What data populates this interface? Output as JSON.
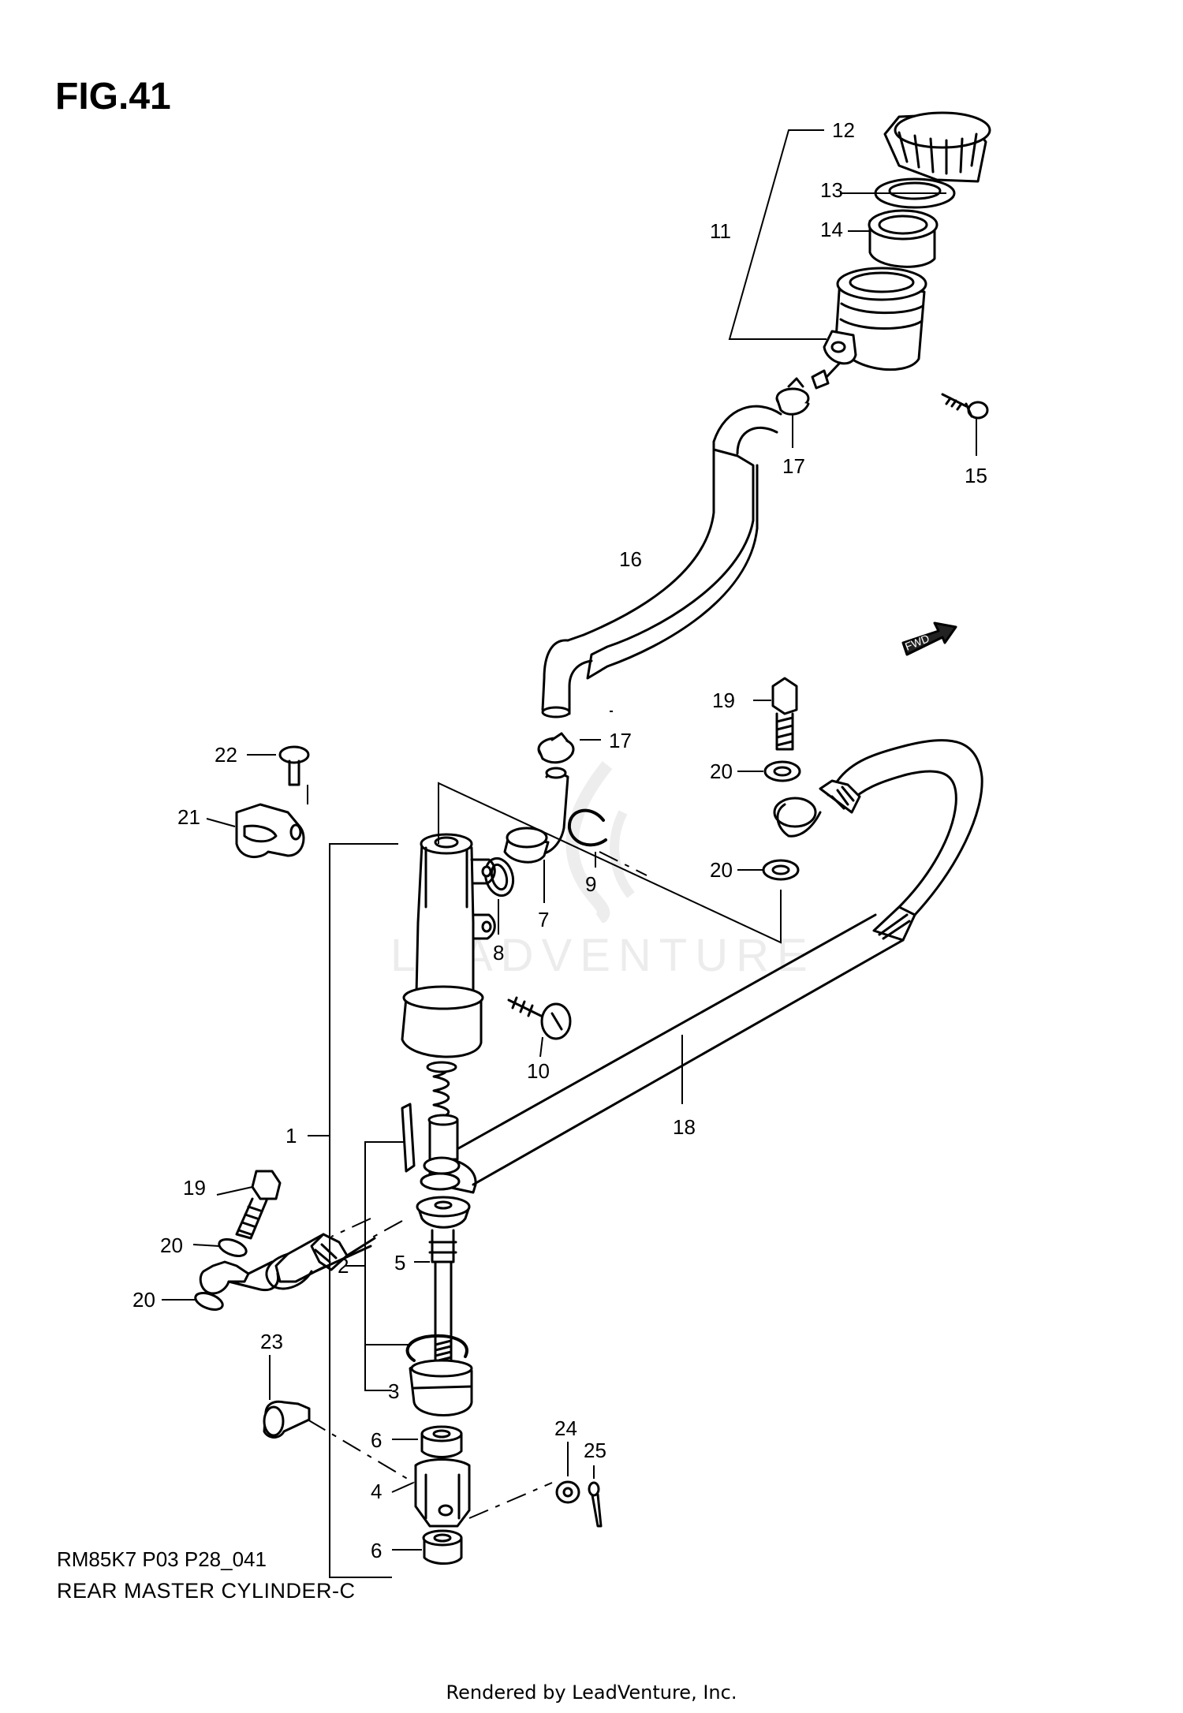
{
  "figure": {
    "title": "FIG.41",
    "code": "RM85K7 P03 P28_041",
    "name": "REAR MASTER CYLINDER-C",
    "rendered_by": "Rendered by LeadVenture, Inc.",
    "watermark": "LEADVENTURE",
    "fwd_label": "FWD"
  },
  "callouts": [
    {
      "n": "12"
    },
    {
      "n": "13"
    },
    {
      "n": "11"
    },
    {
      "n": "14"
    },
    {
      "n": "17"
    },
    {
      "n": "15"
    },
    {
      "n": "16"
    },
    {
      "n": "19"
    },
    {
      "n": "22"
    },
    {
      "n": "17"
    },
    {
      "n": "20"
    },
    {
      "n": "21"
    },
    {
      "n": "9"
    },
    {
      "n": "20"
    },
    {
      "n": "7"
    },
    {
      "n": "8"
    },
    {
      "n": "10"
    },
    {
      "n": "18"
    },
    {
      "n": "1"
    },
    {
      "n": "19"
    },
    {
      "n": "20"
    },
    {
      "n": "5"
    },
    {
      "n": "2"
    },
    {
      "n": "20"
    },
    {
      "n": "23"
    },
    {
      "n": "3"
    },
    {
      "n": "24"
    },
    {
      "n": "25"
    },
    {
      "n": "6"
    },
    {
      "n": "4"
    },
    {
      "n": "6"
    }
  ]
}
